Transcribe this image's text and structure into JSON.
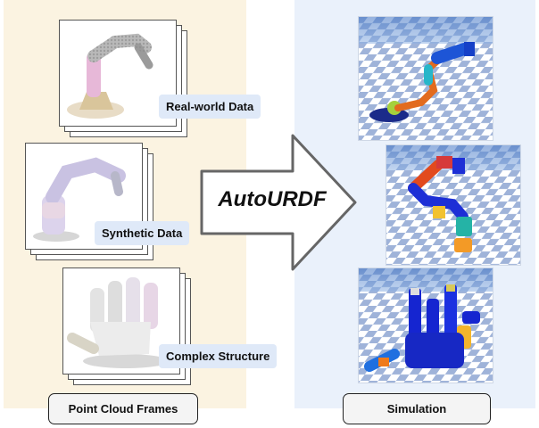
{
  "panels": {
    "left_caption": "Point Cloud Frames",
    "right_caption": "Simulation"
  },
  "inputs": [
    {
      "label": "Real-world Data"
    },
    {
      "label": "Synthetic Data"
    },
    {
      "label": "Complex Structure"
    }
  ],
  "arrow": {
    "label": "AutoURDF"
  },
  "colors": {
    "left_panel": "#fbf3e1",
    "right_panel": "#eaf1fb",
    "tag_bg": "#dfe9f8",
    "arrow_fill": "#ffffff",
    "arrow_stroke": "#666666"
  }
}
